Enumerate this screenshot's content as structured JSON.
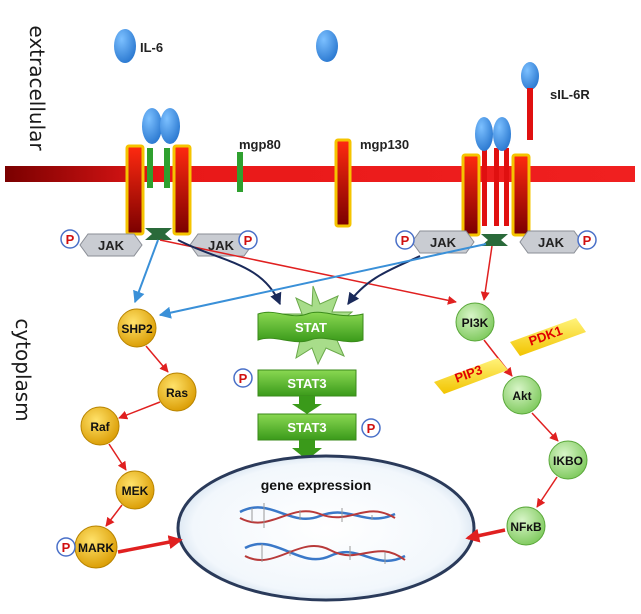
{
  "labels": {
    "extracellular": "extracellular",
    "cytoplasm": "cytoplasm",
    "il6": "IL-6",
    "sil6r": "sIL-6R",
    "mgp80": "mgp80",
    "mgp130": "mgp130",
    "jak": "JAK",
    "p": "P",
    "stat": "STAT",
    "stat3_top": "STAT3",
    "stat3_bottom": "STAT3",
    "pip3": "PIP3",
    "pdk1": "PDK1",
    "gene_expression": "gene expression"
  },
  "nodes": {
    "shp2": "SHP2",
    "ras": "Ras",
    "raf": "Raf",
    "mek": "MEK",
    "mapk": "MARK",
    "pi3k": "PI3K",
    "akt": "Akt",
    "ikbo": "IKBO",
    "nfkb": "NFκB"
  },
  "colors": {
    "membrane": "#e81818",
    "receptor_red": "#e01010",
    "receptor_outline": "#f5c400",
    "ligand_blue": "#3a8fe0",
    "mgp80_green": "#2fa02f",
    "yellow_node": "#f0b800",
    "green_node": "#a8e08a",
    "stat_green": "#5cb82e",
    "arrow_red": "#e02020",
    "arrow_blue": "#3a90d8",
    "arrow_navy": "#1a2a5a"
  }
}
